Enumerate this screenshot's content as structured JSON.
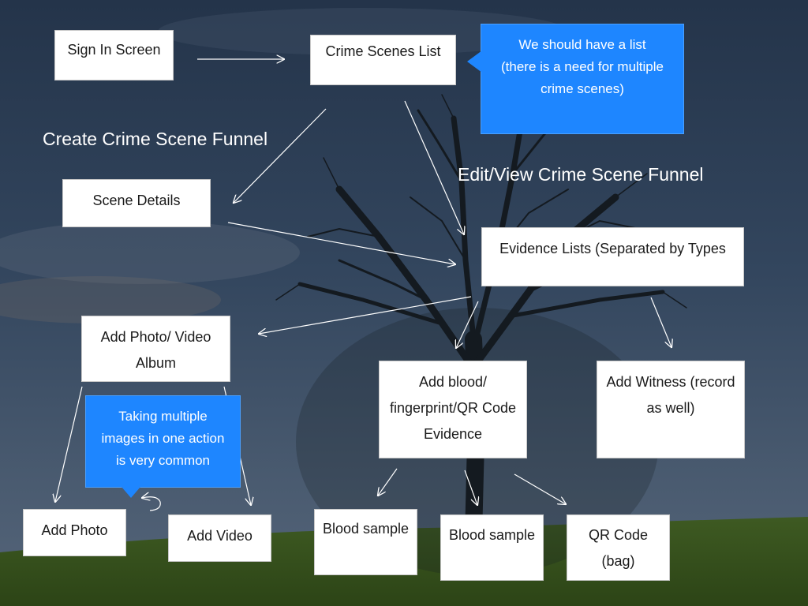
{
  "colors": {
    "box": "#ffffff",
    "callout": "#1e86ff",
    "label": "#ffffff",
    "arrow": "#ffffff"
  },
  "nodes": {
    "sign_in": "Sign In Screen",
    "crime_scenes_list": "Crime Scenes List",
    "scene_details": "Scene Details",
    "evidence_lists": "Evidence Lists (Separated by Types",
    "add_photo_video_album": [
      "Add Photo/ Video",
      "Album"
    ],
    "add_blood_fingerprint_qr": [
      "Add blood/",
      "fingerprint/QR Code",
      "Evidence"
    ],
    "add_witness": [
      "Add Witness (record",
      "as well)"
    ],
    "add_photo": "Add Photo",
    "add_video": "Add Video",
    "blood_sample_1": "Blood sample",
    "blood_sample_2": "Blood sample",
    "qr_code": [
      "QR Code",
      "(bag)"
    ]
  },
  "callouts": {
    "list_note": [
      "We should have a list",
      "(there is a need for multiple",
      "crime scenes)"
    ],
    "multi_image_note": [
      "Taking multiple",
      "images in one action",
      "is very common"
    ]
  },
  "labels": {
    "create_funnel": "Create Crime Scene Funnel",
    "edit_view_funnel": "Edit/View Crime Scene Funnel"
  }
}
